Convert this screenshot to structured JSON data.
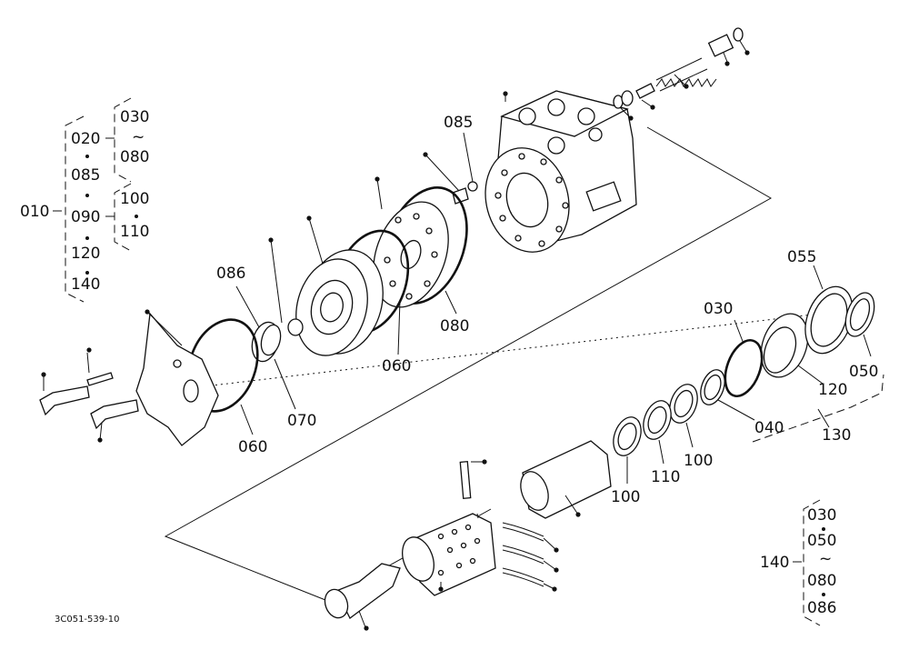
{
  "diagram": {
    "drawing_code": "3C051-539-10",
    "labels": {
      "p085_top": "085",
      "p086": "086",
      "p070": "070",
      "p060_left": "060",
      "p060_mid": "060",
      "p080": "080",
      "p055": "055",
      "p030_right": "030",
      "p050": "050",
      "p120": "120",
      "p040": "040",
      "p130": "130",
      "p100_a": "100",
      "p110": "110",
      "p100_b": "100"
    },
    "group_010": {
      "root": "010",
      "items": [
        "020",
        "085",
        "090",
        "120",
        "140"
      ],
      "sub_020": [
        "030",
        "~",
        "080"
      ],
      "sub_090": [
        "100",
        "110"
      ]
    },
    "group_140": {
      "root": "140",
      "items": [
        "030",
        "050",
        "~",
        "080",
        "086"
      ]
    }
  }
}
